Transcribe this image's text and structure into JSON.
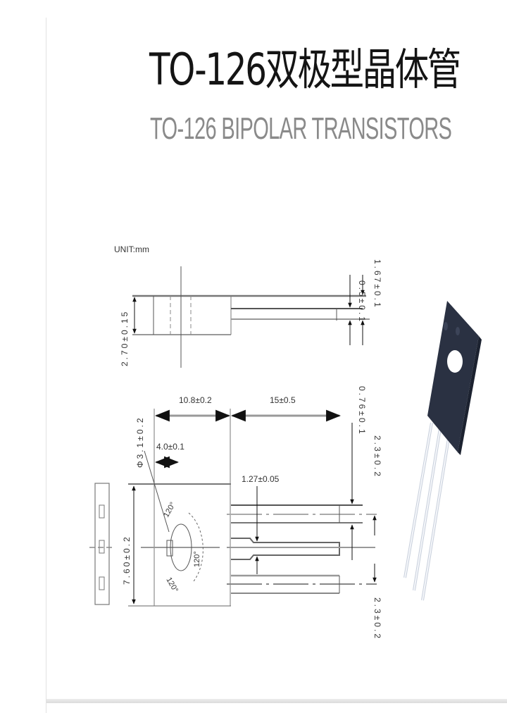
{
  "header": {
    "title_cn": "TO-126双极型晶体管",
    "title_en": "TO-126 BIPOLAR TRANSISTORS"
  },
  "drawing": {
    "unit_label": "UNIT:mm",
    "side_view": {
      "body_thickness": "2.70±0.15",
      "lead_thickness": "0.5±0.1",
      "lead_offset": "1.67±0.1"
    },
    "top_view": {
      "body_length": "10.8±0.2",
      "lead_length": "15±0.5",
      "hole_offset": "4.0±0.1",
      "hole_diameter": "Φ3.1±0.2",
      "body_width": "7.60±0.2",
      "lead_width": "1.27±0.05",
      "lead_tip_width": "0.76±0.1",
      "pitch_upper": "2.3±0.2",
      "pitch_lower": "2.3±0.2",
      "angle_1": "120°",
      "angle_2": "120°",
      "angle_3": "120°"
    }
  },
  "photo": {
    "alt": "TO-126 transistor package photo",
    "body_color": "#2a3142",
    "lead_color": "#e8ecf2"
  },
  "colors": {
    "line_dark": "#555555",
    "line_light": "#9a9a9a",
    "title_dark": "#141414",
    "title_gray": "#8a8a8a"
  }
}
